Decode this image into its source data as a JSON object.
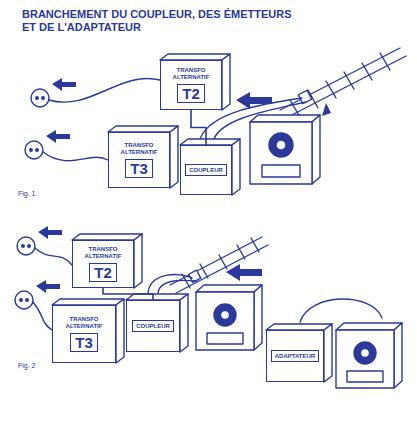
{
  "diagram": {
    "title": "BRANCHEMENT DU COUPLEUR, DES ÉMETTEURS ET DE L'ADAPTATEUR",
    "nodes": [
      {
        "text": [
          "TRANSFO ALTERNATIF",
          "T2"
        ]
      },
      {
        "text": [
          "TRANSFO ALTERNATIF",
          "T3"
        ]
      },
      {
        "text": [
          "COUPLEUR"
        ]
      },
      {
        "text": [
          "TRANSFO ALTERNATIF",
          "T2"
        ]
      },
      {
        "text": [
          "TRANSFO ALTERNATIF",
          "T3"
        ]
      },
      {
        "text": [
          "COUPLEUR"
        ]
      },
      {
        "text": [
          "ADAPTATEUR"
        ]
      }
    ],
    "edges": [
      {
        "from": 0,
        "to": 2,
        "arrow": "none"
      },
      {
        "from": 3,
        "to": 5,
        "arrow": "none"
      }
    ],
    "labels": [
      "Fig. 1",
      "Fig. 2"
    ]
  }
}
